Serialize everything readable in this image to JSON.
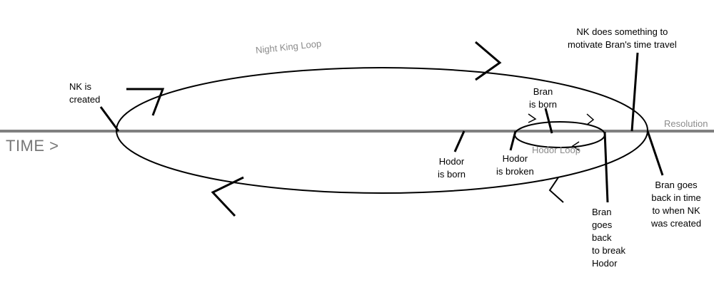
{
  "timeline": {
    "time_label": "TIME >",
    "resolution_label": "Resolution"
  },
  "loops": {
    "night_king_loop": "Night King Loop",
    "hodor_loop": "Hodor Loop"
  },
  "events": {
    "nk_created": "NK is\ncreated",
    "nk_motivates": "NK does something to\nmotivate Bran's time travel",
    "bran_born": "Bran\nis born",
    "hodor_born": "Hodor\nis born",
    "hodor_broken": "Hodor\nis broken",
    "bran_goes_back_hodor": "Bran\ngoes\nback\nto break\nHodor",
    "bran_goes_back_nk": "Bran goes\nback in time\nto when NK\nwas created"
  },
  "colors": {
    "timeline": "#808080",
    "stroke": "#000000",
    "loop_label": "#8c8c8c"
  }
}
